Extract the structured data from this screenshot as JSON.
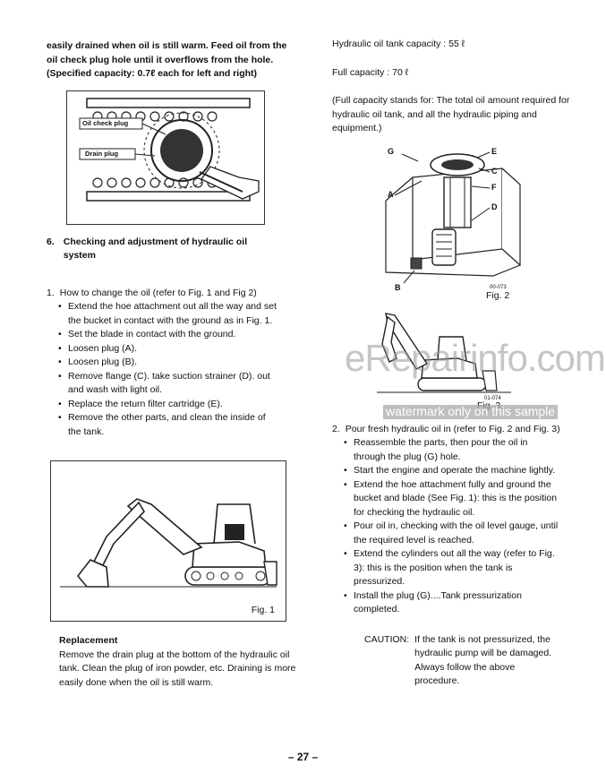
{
  "left": {
    "intro_1": "easily drained when oil is still warm. Feed oil from the oil check plug hole until it overflows from the hole.",
    "intro_2": "(Specified capacity: 0.7ℓ each for left and right)",
    "fig_labels": {
      "check_plug": "Oil check plug",
      "drain_plug": "Drain plug"
    },
    "section_num": "6.",
    "section_title": "Checking and adjustment of hydraulic oil system",
    "step1_num": "1.",
    "step1_title": "How to change the oil (refer to Fig. 1 and Fig 2)",
    "step1_items": [
      "Extend the hoe attachment out all the way and set the bucket in contact with the ground as in Fig. 1.",
      "Set the blade in contact with the ground.",
      "Loosen plug (A).",
      "Loosen plug (B).",
      "Remove flange (C). take suction strainer (D). out and wash with light oil.",
      "Replace the return filter cartridge (E).",
      "Remove the other parts, and clean the inside of the tank."
    ],
    "fig1_caption": "Fig. 1",
    "replacement_title": "Replacement",
    "replacement_text": "Remove the drain plug at the bottom of the hydraulic oil tank. Clean the plug of iron powder, etc. Draining is more easily done when the oil is still warm."
  },
  "right": {
    "tank_capacity": "Hydraulic oil tank capacity : 55 ℓ",
    "full_capacity": "Full capacity : 70 ℓ",
    "full_note": "(Full capacity stands for: The total oil amount required for hydraulic oil tank, and all the hydraulic piping and equipment.)",
    "fig2_labels": {
      "g": "G",
      "e": "E",
      "c": "C",
      "f": "F",
      "a": "A",
      "d": "D",
      "b": "B",
      "code": "00-073"
    },
    "fig2_caption": "Fig. 2",
    "fig3_code": "01-074",
    "fig3_caption": "Fig. 3",
    "step2_num": "2.",
    "step2_title": "Pour fresh hydraulic oil in (refer to Fig. 2 and Fig. 3)",
    "step2_items": [
      "Reassemble the parts, then pour the oil in through the plug (G) hole.",
      "Start the engine and operate the machine lightly.",
      "Extend the hoe attachment fully and ground the bucket and blade (See Fig. 1): this is the position for checking the hydraulic oil.",
      "Pour oil in, checking with the oil level gauge, until the required level is reached.",
      "Extend the cylinders out all the way (refer to Fig. 3): this is the position when the tank is pressurized.",
      "Install the plug (G)....Tank pressurization completed."
    ],
    "caution_label": "CAUTION:",
    "caution_text": "If the tank is not pressurized, the hydraulic pump will be damaged. Always follow the above procedure."
  },
  "page_number": "– 27 –",
  "watermark": {
    "main": "eRepairinfo.com",
    "sub": "watermark only on this sample"
  }
}
